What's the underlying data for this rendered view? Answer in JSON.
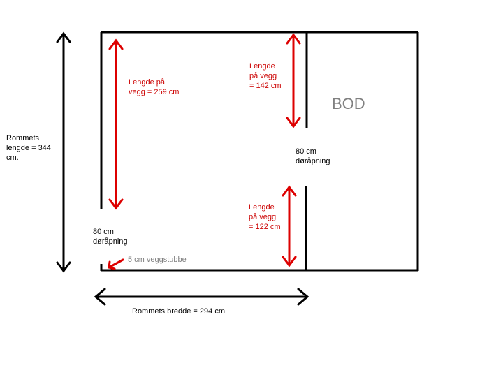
{
  "room": {
    "length_label": "Rommets\nlengde = 344\ncm.",
    "width_label": "Rommets bredde = 294 cm",
    "storage_label": "BOD"
  },
  "walls": {
    "left_wall_label": "Lengde på\n vegg = 259 cm",
    "divider_top_label": "Lengde\npå vegg\n= 142 cm",
    "divider_bottom_label": "Lengde\npå vegg\n= 122 cm"
  },
  "openings": {
    "left_door_label": "80 cm\ndøråpning",
    "divider_door_label": "80 cm\ndøråpning",
    "stub_label": "5 cm veggstubbe"
  },
  "colors": {
    "wall": "#000000",
    "measure": "#dd0000",
    "note": "#808080"
  }
}
